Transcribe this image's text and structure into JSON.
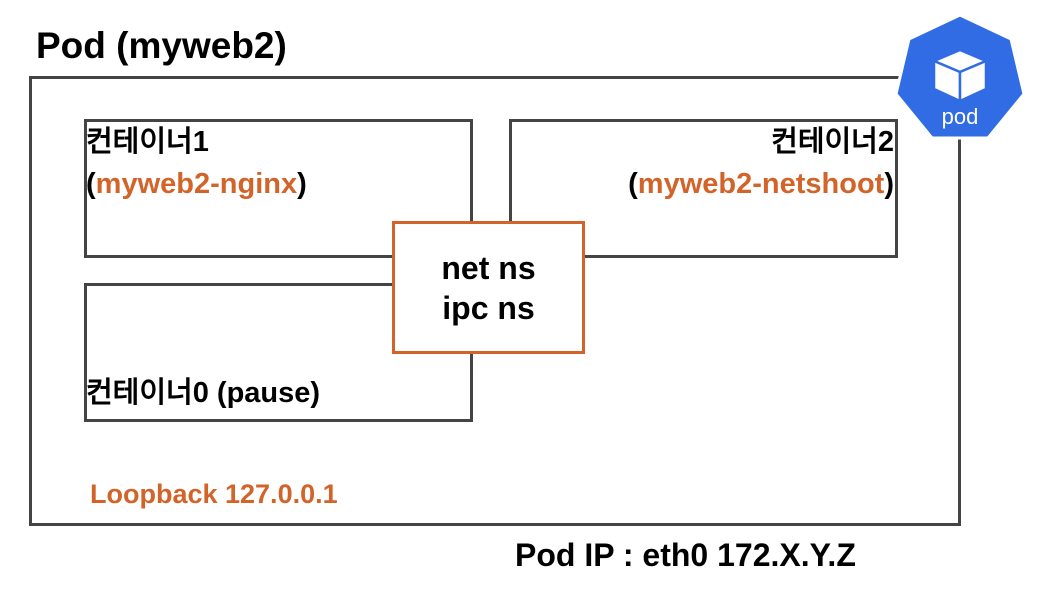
{
  "pod": {
    "title": "Pod (myweb2)",
    "loopback": "Loopback 127.0.0.1",
    "ip": "Pod IP : eth0 172.X.Y.Z"
  },
  "containers": {
    "c1": {
      "label": "컨테이너1",
      "open": "(",
      "name": "myweb2-nginx",
      "close": ")"
    },
    "c2": {
      "label": "컨테이너2",
      "open": "(",
      "name": "myweb2-netshoot",
      "close": ")"
    },
    "c0": {
      "label": "컨테이너0 (pause)"
    }
  },
  "namespaces": {
    "line1": "net ns",
    "line2": "ipc ns"
  },
  "icon": {
    "name": "kubernetes-pod-icon",
    "caption": "pod",
    "color": "#326ce5"
  },
  "colors": {
    "accent": "#d2642a",
    "border": "#444444"
  }
}
